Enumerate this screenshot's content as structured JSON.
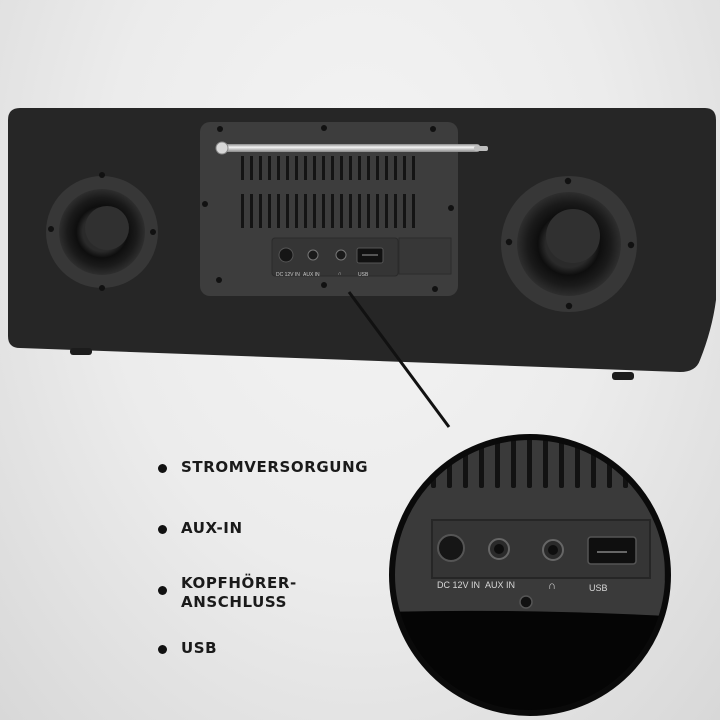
{
  "product": {
    "description": "Radio rear panel with antenna, two speakers and connection ports",
    "colors": {
      "background": "#ececec",
      "body": "#262626",
      "panel": "#3a3a3a",
      "text": "#1a1a1a",
      "port_label": "#d0d0d0"
    }
  },
  "features": [
    {
      "label": "STROMVERSORGUNG"
    },
    {
      "label": "AUX-IN"
    },
    {
      "label": "KOPFHÖRER-",
      "label2": "ANSCHLUSS"
    },
    {
      "label": "USB"
    }
  ],
  "ports": {
    "dc": "DC 12V IN",
    "aux": "AUX IN",
    "headphone": "∩",
    "usb": "USB"
  },
  "icons": {
    "headphone": "headphone-icon",
    "bullet": "bullet-icon"
  }
}
